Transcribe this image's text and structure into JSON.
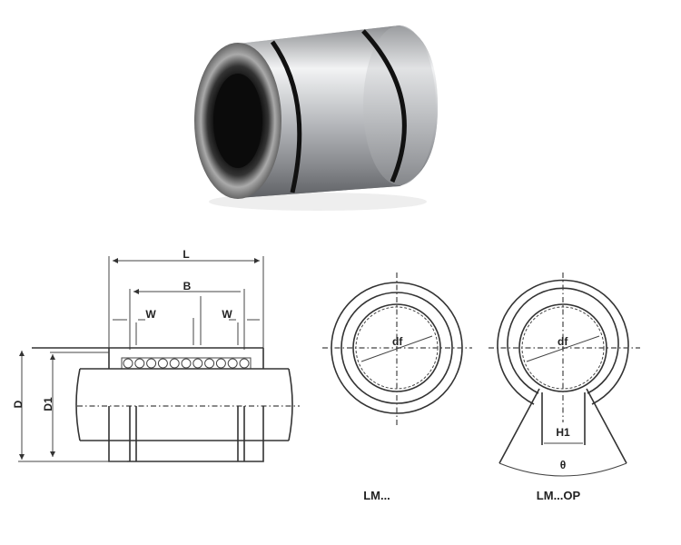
{
  "product_photo": {
    "subject": "linear-ball-bearing",
    "colors": {
      "steel": "#c9cacc",
      "dark": "#1a1a1a"
    }
  },
  "side_view": {
    "labels": {
      "length": "L",
      "ball_length": "B",
      "groove_left": "W",
      "groove_right": "W",
      "outer_diameter": "D",
      "groove_diameter": "D1"
    }
  },
  "front_views": [
    {
      "caption": "LM...",
      "inner_label": "df"
    },
    {
      "caption": "LM...OP",
      "inner_label": "df",
      "opening_label": "H1",
      "angle_label": "θ"
    }
  ]
}
